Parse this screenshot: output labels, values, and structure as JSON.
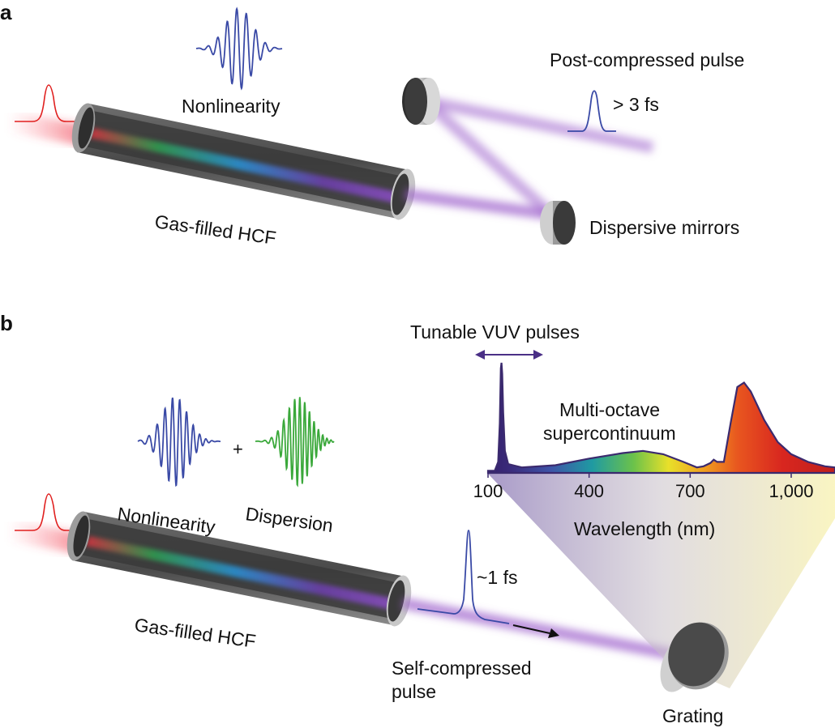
{
  "panel_a": {
    "label": "a",
    "nonlinearity": "Nonlinearity",
    "fiber": "Gas-filled HCF",
    "output_pulse": "Post-compressed pulse",
    "duration": "> 3 fs",
    "mirrors": "Dispersive mirrors"
  },
  "panel_b": {
    "label": "b",
    "nonlinearity": "Nonlinearity",
    "plus": "+",
    "dispersion": "Dispersion",
    "fiber": "Gas-filled HCF",
    "duration": "~1 fs",
    "self_compressed_line1": "Self-compressed",
    "self_compressed_line2": "pulse",
    "grating": "Grating",
    "vuv": "Tunable VUV pulses",
    "supercontinuum_line1": "Multi-octave",
    "supercontinuum_line2": "supercontinuum"
  },
  "chart_data": {
    "type": "area",
    "xlabel": "Wavelength (nm)",
    "ylabel": "",
    "xlim": [
      100,
      1130
    ],
    "ylim": [
      0,
      1
    ],
    "xticks": [
      100,
      400,
      700,
      1000
    ],
    "xtick_labels": [
      "100",
      "400",
      "700",
      "1,000"
    ],
    "x": [
      100,
      120,
      130,
      135,
      138,
      140,
      142,
      145,
      150,
      160,
      200,
      300,
      400,
      500,
      560,
      620,
      680,
      720,
      740,
      760,
      770,
      780,
      800,
      820,
      840,
      860,
      880,
      920,
      960,
      1000,
      1050,
      1100,
      1130
    ],
    "y": [
      0.02,
      0.02,
      0.1,
      0.45,
      0.95,
      1.0,
      0.9,
      0.55,
      0.2,
      0.08,
      0.05,
      0.07,
      0.13,
      0.18,
      0.2,
      0.17,
      0.1,
      0.05,
      0.06,
      0.09,
      0.12,
      0.1,
      0.1,
      0.45,
      0.78,
      0.82,
      0.74,
      0.48,
      0.28,
      0.17,
      0.1,
      0.06,
      0.05
    ]
  },
  "colors": {
    "beam_purple": "#9b5ecb",
    "pulse_blue": "#3a4aa6",
    "dispersion_green": "#3aa83a",
    "input_red": "#e0201f",
    "spectrum_outline": "#3b2a6e"
  }
}
